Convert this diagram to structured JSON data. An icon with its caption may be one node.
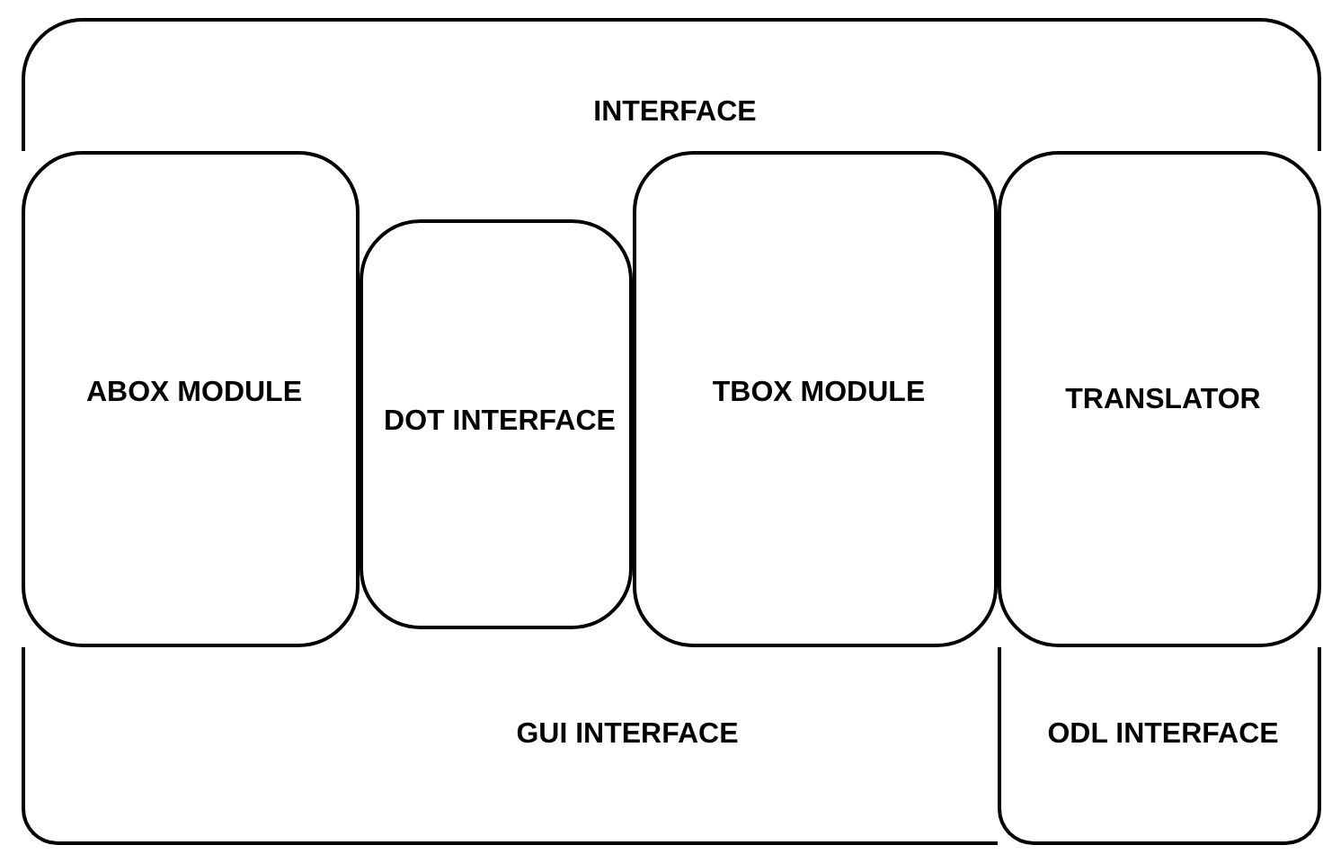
{
  "diagram": {
    "nodes": [
      {
        "text": [
          "INTERFACE"
        ]
      },
      {
        "text": [
          "ABOX MODULE"
        ]
      },
      {
        "text": [
          "DOT INTERFACE"
        ]
      },
      {
        "text": [
          "TBOX MODULE"
        ]
      },
      {
        "text": [
          "TRANSLATOR"
        ]
      },
      {
        "text": [
          "GUI INTERFACE"
        ]
      },
      {
        "text": [
          "ODL INTERFACE"
        ]
      }
    ]
  }
}
